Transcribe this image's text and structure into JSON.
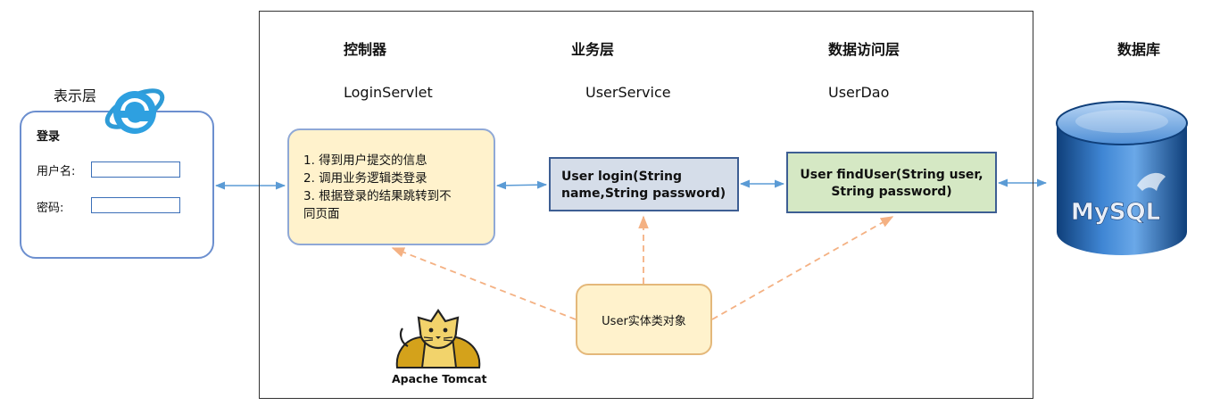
{
  "layers": {
    "presentation": "表示层",
    "controller": "控制器",
    "service": "业务层",
    "dao": "数据访问层",
    "database": "数据库"
  },
  "classes": {
    "controller": "LoginServlet",
    "service": "UserService",
    "dao": "UserDao"
  },
  "login_form": {
    "title": "登录",
    "username_label": "用户名:",
    "password_label": "密码:"
  },
  "controller_steps": [
    "1. 得到用户提交的信息",
    "2. 调用业务逻辑类登录",
    "3. 根据登录的结果跳转到不",
    "同页面"
  ],
  "service_method": [
    "User login(String",
    "name,String password)"
  ],
  "dao_method": [
    "User findUser(String user,",
    "String password)"
  ],
  "entity": "User实体类对象",
  "tomcat_label": "Apache Tomcat",
  "mysql_logo": "MySQL",
  "colors": {
    "frame": "#333333",
    "arrow": "#5b9bd5",
    "dashed_arrow": "#f4b183",
    "controller_fill": "#fff2cc",
    "service_fill": "#d5dde9",
    "dao_fill": "#d5e8c4",
    "db_blue": "#1f5fa8"
  }
}
